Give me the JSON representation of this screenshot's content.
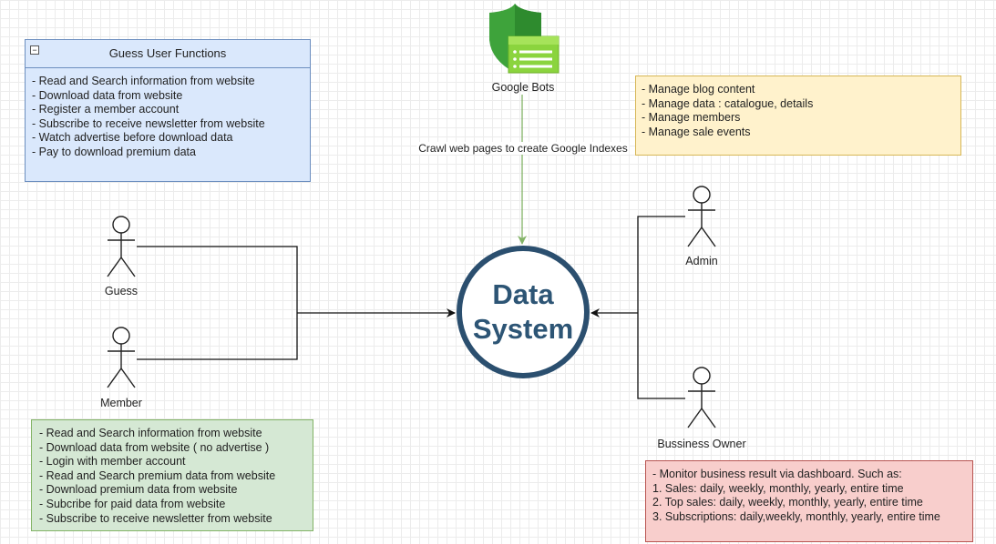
{
  "guess_functions": {
    "title": "Guess User Functions",
    "collapse_symbol": "−",
    "items": [
      "- Read and Search information from website",
      "- Download data from website",
      "- Register a member account",
      "- Subscribe to receive newsletter from website",
      "- Watch advertise before download data",
      "- Pay to download premium data"
    ]
  },
  "member_functions": {
    "items": [
      "- Read and Search information from website",
      "- Download data from website ( no advertise )",
      "- Login with member account",
      "- Read and Search premium data from website",
      "- Download premium data from website",
      "- Subcribe for paid data from website",
      "- Subscribe to receive newsletter from website"
    ]
  },
  "admin_functions": {
    "items": [
      "- Manage blog content",
      "- Manage data : catalogue, details",
      "- Manage members",
      "- Manage sale events"
    ]
  },
  "owner_functions": {
    "items": [
      "- Monitor business result via dashboard. Such as:",
      "1. Sales: daily, weekly, monthly, yearly, entire time",
      "2. Top sales: daily, weekly, monthly, yearly, entire time",
      "3. Subscriptions: daily,weekly, monthly, yearly, entire time"
    ]
  },
  "actors": {
    "guess": "Guess",
    "member": "Member",
    "admin": "Admin",
    "owner": "Bussiness Owner",
    "google": "Google Bots"
  },
  "center": {
    "label": "Data\nSystem"
  },
  "edges": {
    "crawl": "Crawl web pages to create Google Indexes"
  },
  "colors": {
    "guess_fill": "#dae8fc",
    "member_fill": "#d5e8d4",
    "admin_fill": "#fff2cc",
    "owner_fill": "#f8cecc",
    "system_border": "#2b4f6f",
    "crawl_edge": "#82b366",
    "google_icon": "#7dc42f"
  }
}
